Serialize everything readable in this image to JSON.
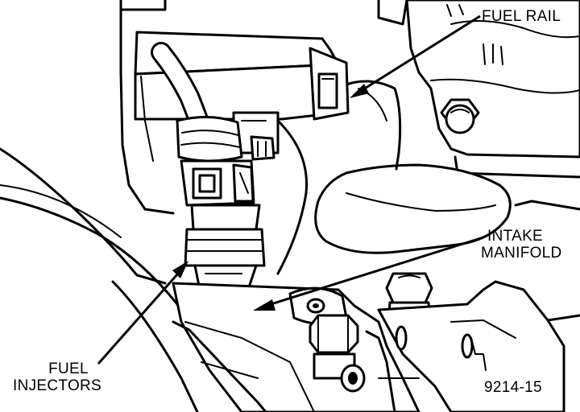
{
  "labels": {
    "fuel_rail": "FUEL RAIL",
    "intake_line1": "INTAKE",
    "intake_line2": "MANIFOLD",
    "injectors_line1": "FUEL",
    "injectors_line2": "INJECTORS",
    "figure_number": "9214-15"
  },
  "colors": {
    "line": "#000000",
    "background": "#ffffff"
  }
}
